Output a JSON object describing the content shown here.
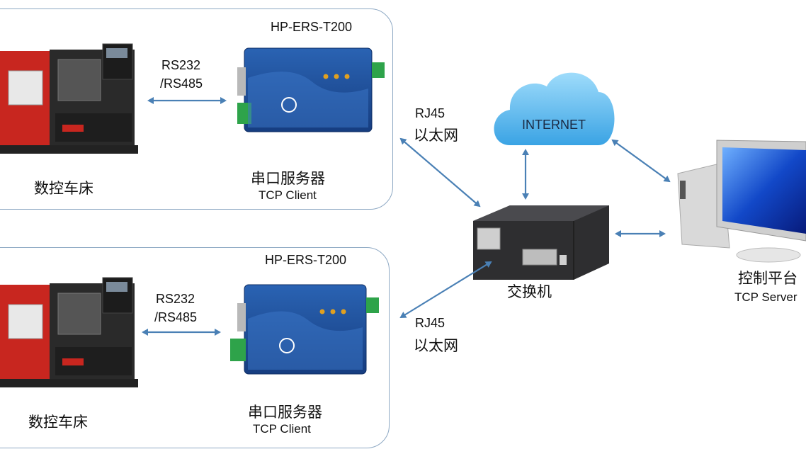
{
  "groups": [
    {
      "model": "HP-ERS-T200",
      "serial_label_line1": "RS232",
      "serial_label_line2": "/RS485",
      "machine_label": "数控车床",
      "server_label": "串口服务器",
      "server_mode": "TCP Client",
      "network_label_line1": "RJ45",
      "network_label_line2": "以太网"
    },
    {
      "model": "HP-ERS-T200",
      "serial_label_line1": "RS232",
      "serial_label_line2": "/RS485",
      "machine_label": "数控车床",
      "server_label": "串口服务器",
      "server_mode": "TCP Client",
      "network_label_line1": "RJ45",
      "network_label_line2": "以太网"
    }
  ],
  "cloud_label": "INTERNET",
  "switch_label": "交换机",
  "platform_label": "控制平台",
  "platform_mode": "TCP Server",
  "colors": {
    "arrow": "#4a80b5",
    "group_border": "#8ea9c4",
    "device_blue": "#1d4f9a",
    "lathe_red": "#c8261f",
    "cloud": "#5ab8ec"
  }
}
